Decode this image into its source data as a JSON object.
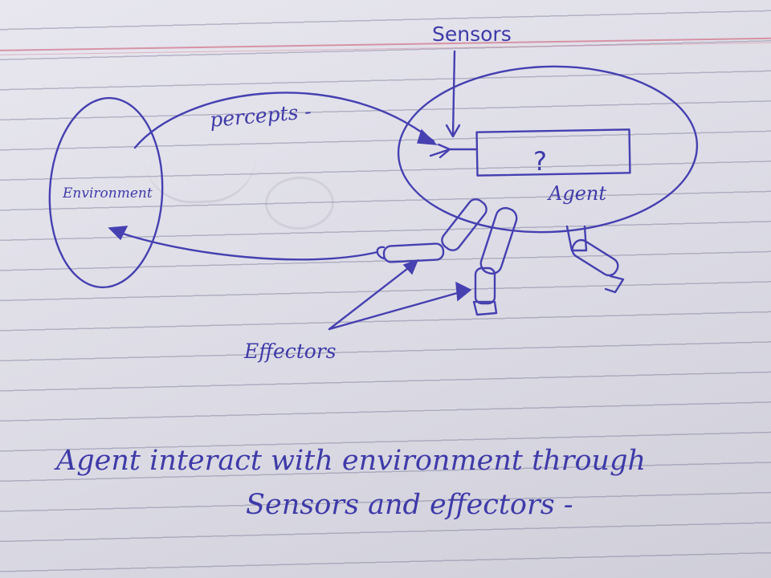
{
  "labels": {
    "sensors": "Sensors",
    "percepts": "percepts -",
    "environment": "Environment",
    "unknown_program": "?",
    "agent": "Agent",
    "effectors": "Effectors"
  },
  "caption": {
    "line1": "Agent interact with environment through",
    "line2": "Sensors and effectors -"
  },
  "colors": {
    "ink": "#4640b0",
    "paper": "#e3e2ec",
    "margin_rule": "#d2788c"
  }
}
